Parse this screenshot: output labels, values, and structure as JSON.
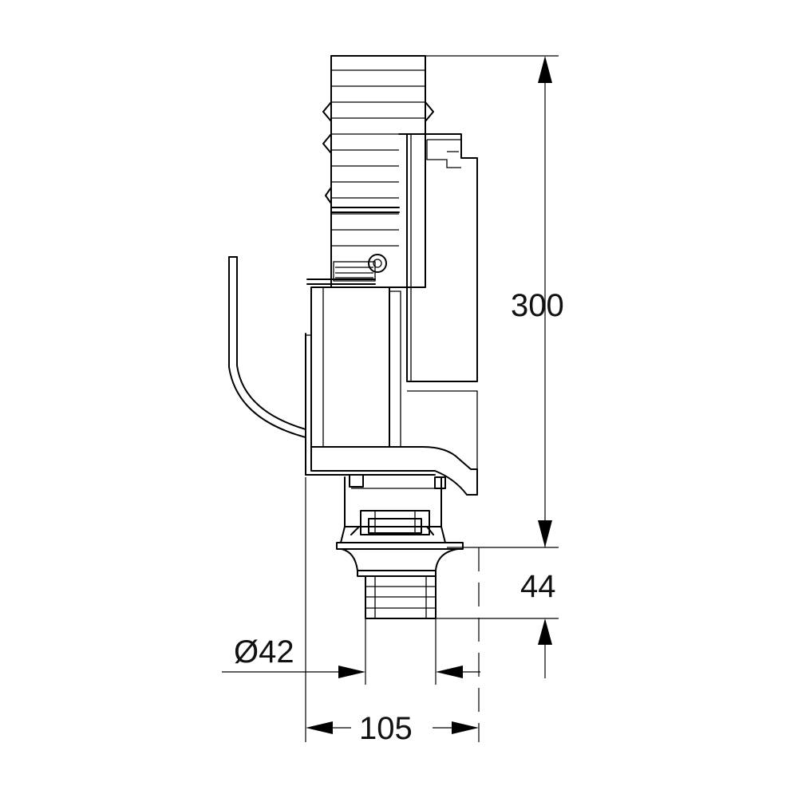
{
  "dimensions": {
    "height_total": "300",
    "outlet_length": "44",
    "diameter": "Ø42",
    "width": "105"
  },
  "colors": {
    "line": "#000000",
    "background": "#ffffff"
  }
}
